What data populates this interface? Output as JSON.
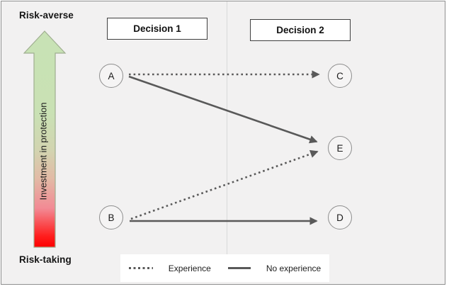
{
  "axis": {
    "top_label": "Risk-averse",
    "bottom_label": "Risk-taking",
    "arrow_label": "Investment in protection",
    "gradient_top_color": "#c8e2b5",
    "gradient_bottom_color": "#ff0000"
  },
  "columns": [
    {
      "label": "Decision 1"
    },
    {
      "label": "Decision 2"
    }
  ],
  "nodes": [
    {
      "id": "A",
      "label": "A",
      "column": "Decision 1"
    },
    {
      "id": "B",
      "label": "B",
      "column": "Decision 1"
    },
    {
      "id": "C",
      "label": "C",
      "column": "Decision 2"
    },
    {
      "id": "E",
      "label": "E",
      "column": "Decision 2"
    },
    {
      "id": "D",
      "label": "D",
      "column": "Decision 2"
    }
  ],
  "edges": [
    {
      "from": "A",
      "to": "C",
      "style": "dotted",
      "meaning": "Experience"
    },
    {
      "from": "A",
      "to": "E",
      "style": "solid",
      "meaning": "No experience"
    },
    {
      "from": "B",
      "to": "E",
      "style": "dotted",
      "meaning": "Experience"
    },
    {
      "from": "B",
      "to": "D",
      "style": "solid",
      "meaning": "No experience"
    }
  ],
  "legend": {
    "dotted_label": "Experience",
    "solid_label": "No experience"
  },
  "colors": {
    "line": "#595959",
    "background": "#f2f1f1",
    "divider": "#d8d8d8",
    "node_border": "#8e8e8e",
    "box_border": "#3f3f3f"
  }
}
